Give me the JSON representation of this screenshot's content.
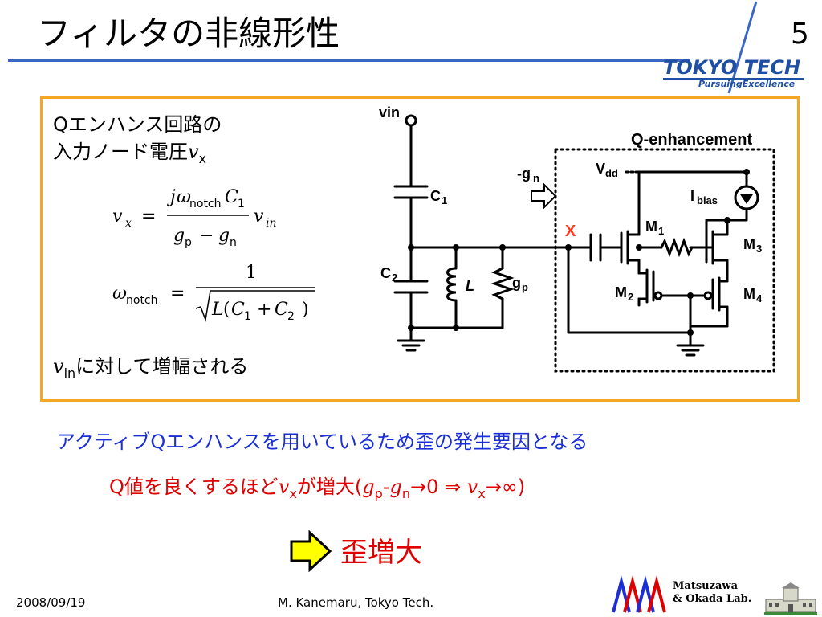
{
  "slide": {
    "title": "フィルタの非線形性",
    "page_number": "5"
  },
  "logo": {
    "name": "TOKYO TECH",
    "tagline": "PursuingExcellence"
  },
  "box": {
    "label_line1": "Qエンハンス回路の",
    "label_line2": "入力ノード電圧",
    "label_var": "v",
    "label_sub": "x",
    "eq1": {
      "lhs_var": "v",
      "lhs_sub": "x",
      "eq": "=",
      "num_j": "j",
      "num_omega": "ω",
      "num_omega_sub": "notch",
      "num_c": "C",
      "num_c_sub": "1",
      "den_gp": "g",
      "den_gp_sub": "p",
      "den_minus": "−",
      "den_gn": "g",
      "den_gn_sub": "n",
      "rhs_var": "v",
      "rhs_sub": "in"
    },
    "eq2": {
      "lhs_omega": "ω",
      "lhs_sub": "notch",
      "eq": "=",
      "num": "1",
      "den_l": "L",
      "den_open": "(",
      "den_c1": "C",
      "den_c1_sub": "1",
      "den_plus": "+",
      "den_c2": "C",
      "den_c2_sub": "2",
      "den_close": ")"
    },
    "note_var": "v",
    "note_sub": "in",
    "note_text": "に対して増幅される"
  },
  "circuit": {
    "vin": "vin",
    "c1": "C",
    "c1_sub": "1",
    "c2": "C",
    "c2_sub": "2",
    "l": "L",
    "gp": "g",
    "gp_sub": "p",
    "gn_label": "-g",
    "gn_sub": "n",
    "x_node": "X",
    "q_enh": "Q-enhancement",
    "vdd": "V",
    "vdd_sub": "dd",
    "ibias": "I",
    "ibias_sub": "bias",
    "m1": "M",
    "m1_sub": "1",
    "m2": "M",
    "m2_sub": "2",
    "m3": "M",
    "m3_sub": "3",
    "m4": "M",
    "m4_sub": "4"
  },
  "notes": {
    "blue": "アクティブQエンハンスを用いているため歪の発生要因となる",
    "red_pre": "Q値を良くするほど",
    "red_v": "v",
    "red_v_sub": "x",
    "red_mid": "が増大(",
    "red_g1": "g",
    "red_g1_sub": "p",
    "red_dash": "-",
    "red_g2": "g",
    "red_g2_sub": "n",
    "red_arrow0": "→0 ⇒ ",
    "red_v2": "v",
    "red_v2_sub": "x",
    "red_end": "→∞)",
    "conclusion": "歪増大"
  },
  "footer": {
    "date": "2008/09/19",
    "author": "M. Kanemaru, Tokyo Tech.",
    "lab_line1": "Matsuzawa",
    "lab_line2": "& Okada Lab."
  },
  "colors": {
    "title_rule": "#3a66c4",
    "box_border": "#f5a623",
    "blue_text": "#1a2fd8",
    "red_text": "#e00000",
    "arrow_fill": "#ffff00"
  }
}
